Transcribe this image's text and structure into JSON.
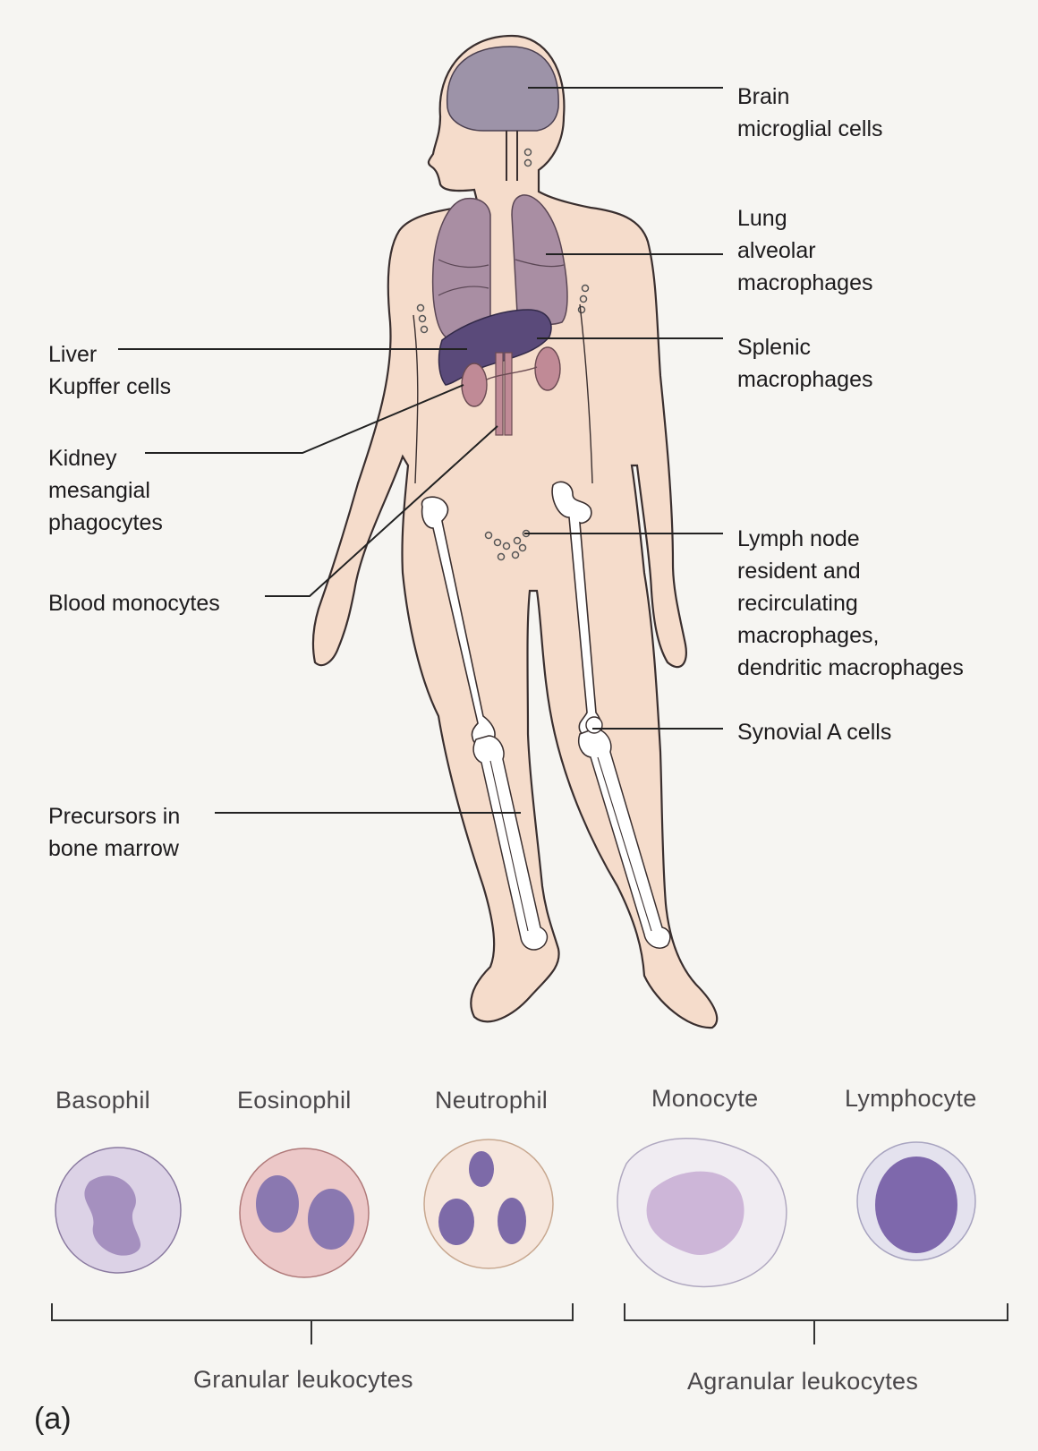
{
  "labels": {
    "brain": [
      "Brain",
      "microglial cells"
    ],
    "lung": [
      "Lung",
      "alveolar",
      "macrophages"
    ],
    "splenic": [
      "Splenic",
      "macrophages"
    ],
    "lymph": [
      "Lymph node",
      "resident and",
      "recirculating",
      "macrophages,",
      "dendritic macrophages"
    ],
    "synovial": [
      "Synovial A cells"
    ],
    "liver": [
      "Liver",
      "Kupffer cells"
    ],
    "kidney": [
      "Kidney",
      "mesangial",
      "phagocytes"
    ],
    "blood": [
      "Blood monocytes"
    ],
    "precursors": [
      "Precursors in",
      "bone marrow"
    ]
  },
  "cells": [
    "Basophil",
    "Eosinophil",
    "Neutrophil",
    "Monocyte",
    "Lymphocyte"
  ],
  "groups": {
    "granular": "Granular leukocytes",
    "agranular": "Agranular leukocytes"
  },
  "panel": "(a)",
  "colors": {
    "skin": "#f5dccb",
    "skin_outline": "#3a2f2f",
    "lung": "#a98ea3",
    "brain": "#9d93a8",
    "liver": "#5a4a7a",
    "kidney": "#c08a96",
    "bone": "#ffffff",
    "background": "#f6f5f2"
  }
}
